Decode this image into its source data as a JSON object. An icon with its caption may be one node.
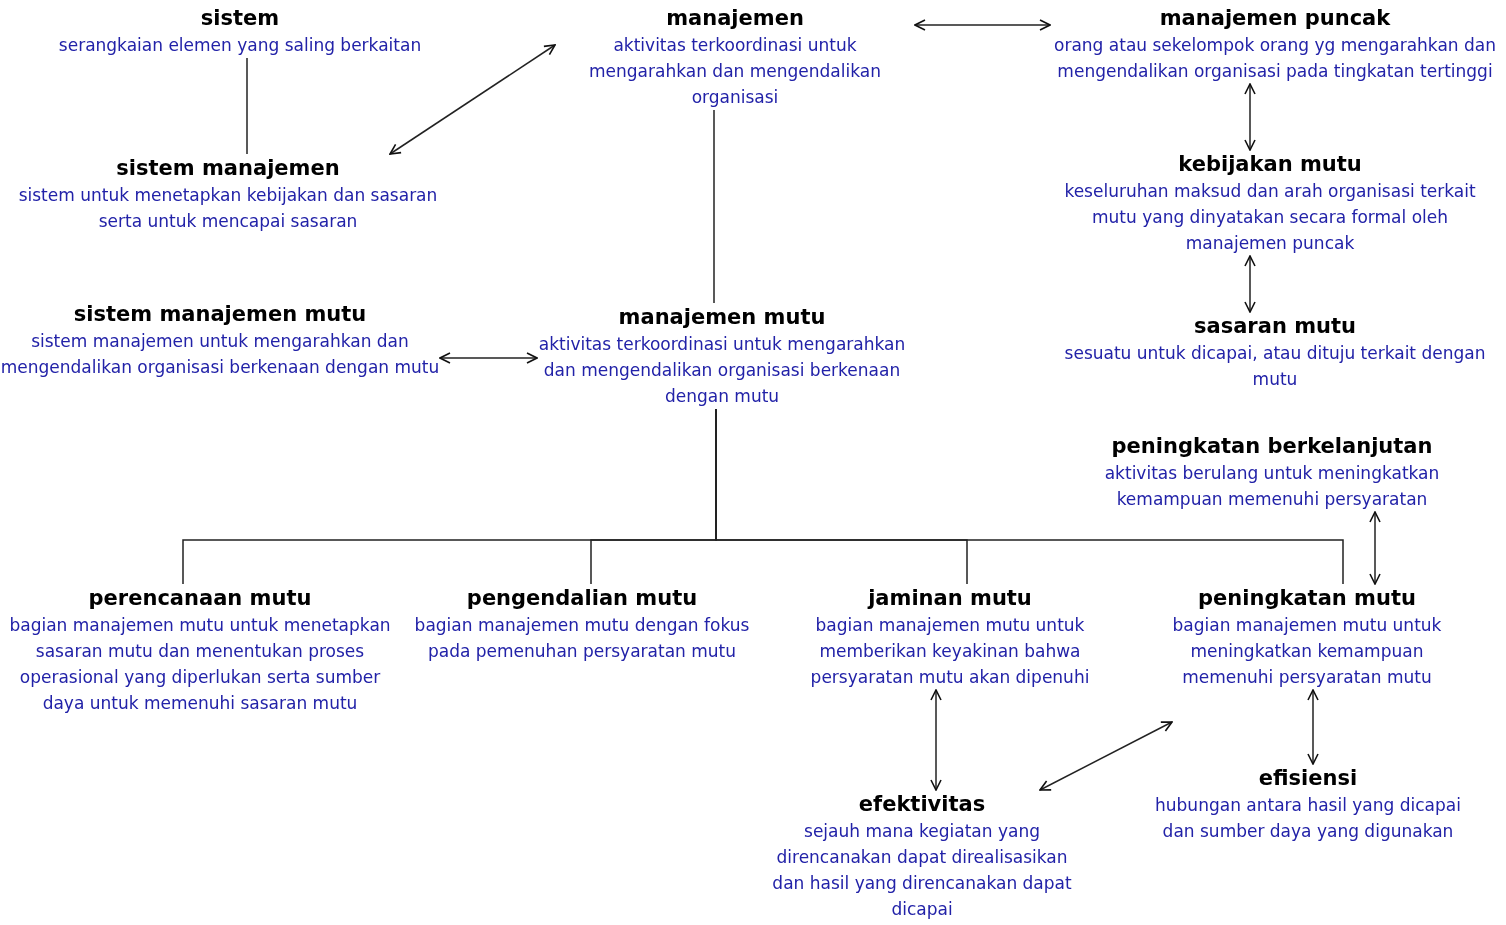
{
  "diagram": {
    "nodes": [
      {
        "text": [
          "sistem",
          "serangkaian elemen yang saling berkaitan"
        ]
      },
      {
        "text": [
          "manajemen",
          "aktivitas terkoordinasi untuk mengarahkan dan mengendalikan organisasi"
        ]
      },
      {
        "text": [
          "manajemen puncak",
          "orang atau sekelompok orang yg mengarahkan dan mengendalikan organisasi pada tingkatan tertinggi"
        ]
      },
      {
        "text": [
          "sistem manajemen",
          "sistem untuk menetapkan kebijakan dan sasaran serta untuk mencapai sasaran"
        ]
      },
      {
        "text": [
          "kebijakan mutu",
          "keseluruhan maksud dan arah organisasi terkait mutu yang dinyatakan secara formal oleh manajemen puncak"
        ]
      },
      {
        "text": [
          "sistem manajemen mutu",
          "sistem manajemen untuk mengarahkan dan mengendalikan organisasi berkenaan dengan mutu"
        ]
      },
      {
        "text": [
          "manajemen mutu",
          "aktivitas terkoordinasi untuk mengarahkan dan mengendalikan organisasi berkenaan dengan mutu"
        ]
      },
      {
        "text": [
          "sasaran mutu",
          "sesuatu untuk dicapai, atau dituju terkait dengan mutu"
        ]
      },
      {
        "text": [
          "peningkatan berkelanjutan",
          "aktivitas berulang untuk meningkatkan kemampuan memenuhi persyaratan"
        ]
      },
      {
        "text": [
          "perencanaan mutu",
          "bagian manajemen mutu untuk menetapkan sasaran mutu dan menentukan proses operasional yang diperlukan serta sumber daya untuk memenuhi sasaran mutu"
        ]
      },
      {
        "text": [
          "pengendalian mutu",
          "bagian manajemen mutu dengan fokus pada pemenuhan persyaratan mutu"
        ]
      },
      {
        "text": [
          "jaminan mutu",
          "bagian manajemen mutu untuk memberikan keyakinan bahwa persyaratan mutu akan dipenuhi"
        ]
      },
      {
        "text": [
          "peningkatan mutu",
          "bagian manajemen mutu untuk meningkatkan kemampuan memenuhi persyaratan mutu"
        ]
      },
      {
        "text": [
          "efektivitas",
          "sejauh mana kegiatan yang direncanakan dapat direalisasikan dan hasil yang direncanakan dapat dicapai"
        ]
      },
      {
        "text": [
          "efisiensi",
          "hubungan antara hasil yang dicapai dan sumber daya yang digunakan"
        ]
      }
    ],
    "edges": [
      {
        "from": 0,
        "to": 3,
        "arrow": "none"
      },
      {
        "from": 1,
        "to": 3,
        "arrow": "both"
      },
      {
        "from": 1,
        "to": 2,
        "arrow": "both"
      },
      {
        "from": 2,
        "to": 4,
        "arrow": "both"
      },
      {
        "from": 4,
        "to": 7,
        "arrow": "both"
      },
      {
        "from": 1,
        "to": 6,
        "arrow": "none"
      },
      {
        "from": 5,
        "to": 6,
        "arrow": "both"
      },
      {
        "from": 6,
        "to": 9,
        "arrow": "none"
      },
      {
        "from": 6,
        "to": 10,
        "arrow": "none"
      },
      {
        "from": 6,
        "to": 11,
        "arrow": "none"
      },
      {
        "from": 6,
        "to": 12,
        "arrow": "none"
      },
      {
        "from": 8,
        "to": 12,
        "arrow": "both"
      },
      {
        "from": 11,
        "to": 13,
        "arrow": "both"
      },
      {
        "from": 13,
        "to": 12,
        "arrow": "both"
      },
      {
        "from": 12,
        "to": 14,
        "arrow": "both"
      }
    ]
  }
}
